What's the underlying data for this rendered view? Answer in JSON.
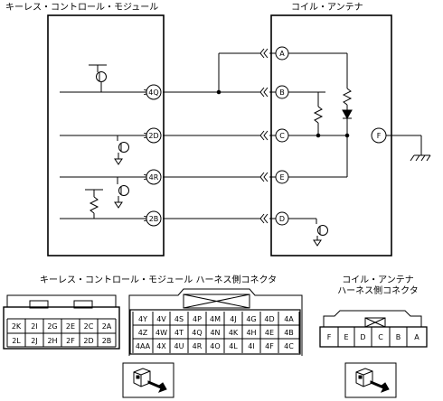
{
  "title_left": "キーレス・コントロール・モジュール",
  "title_right": "コイル・アンテナ",
  "module_pins": [
    "4Q",
    "2D",
    "4R",
    "2B"
  ],
  "antenna_pins": [
    "A",
    "B",
    "C",
    "E",
    "D"
  ],
  "antenna_pin_f": "F",
  "caption_left": "キーレス・コントロール・モジュール ハーネス側コネクタ",
  "caption_right_1": "コイル・アンテナ",
  "caption_right_2": "ハーネス側コネクタ",
  "conn_small_rows": [
    [
      "2K",
      "2I",
      "2G",
      "2E",
      "2C",
      "2A"
    ],
    [
      "2L",
      "2J",
      "2H",
      "2F",
      "2D",
      "2B"
    ]
  ],
  "conn_large_rows": [
    [
      "4Y",
      "4V",
      "4S",
      "4P",
      "4M",
      "4J",
      "4G",
      "4D",
      "4A"
    ],
    [
      "4Z",
      "4W",
      "4T",
      "4Q",
      "4N",
      "4K",
      "4H",
      "4E",
      "4B"
    ],
    [
      "4AA",
      "4X",
      "4U",
      "4R",
      "4O",
      "4L",
      "4I",
      "4F",
      "4C"
    ]
  ],
  "conn_right_pins": [
    "F",
    "E",
    "D",
    "C",
    "B",
    "A"
  ]
}
